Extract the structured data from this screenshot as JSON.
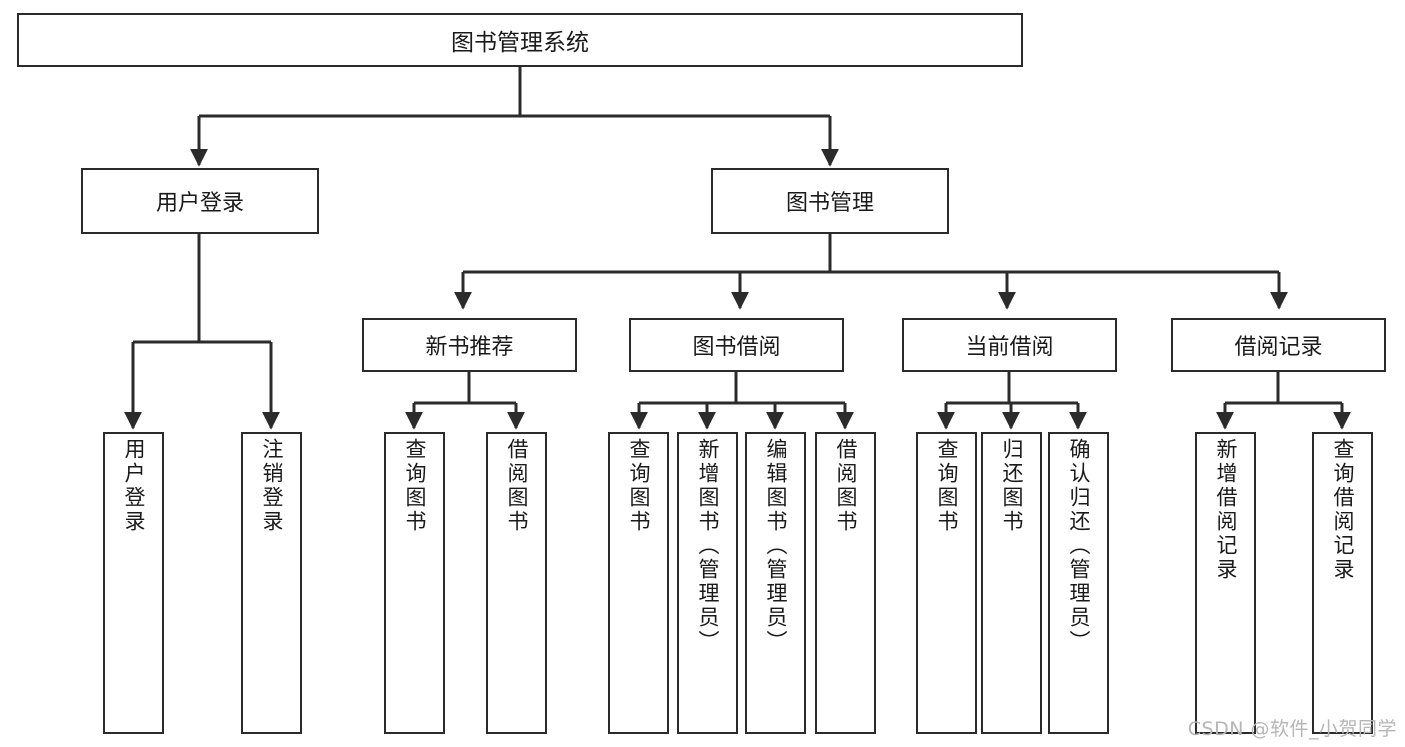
{
  "diagram": {
    "title": "图书管理系统",
    "type": "tree-hierarchy",
    "root": {
      "label": "图书管理系统"
    },
    "level2": [
      {
        "label": "用户登录"
      },
      {
        "label": "图书管理"
      }
    ],
    "level3": [
      {
        "label": "新书推荐"
      },
      {
        "label": "图书借阅"
      },
      {
        "label": "当前借阅"
      },
      {
        "label": "借阅记录"
      }
    ],
    "leaves": {
      "user_login": [
        {
          "label": "用户登录"
        },
        {
          "label": "注销登录"
        }
      ],
      "new_book_recommend": [
        {
          "label": "查询图书"
        },
        {
          "label": "借阅图书"
        }
      ],
      "book_borrow": [
        {
          "label": "查询图书"
        },
        {
          "label": "新增图书（管理员）"
        },
        {
          "label": "编辑图书（管理员）"
        },
        {
          "label": "借阅图书"
        }
      ],
      "current_borrow": [
        {
          "label": "查询图书"
        },
        {
          "label": "归还图书"
        },
        {
          "label": "确认归还（管理员）"
        }
      ],
      "borrow_record": [
        {
          "label": "新增借阅记录"
        },
        {
          "label": "查询借阅记录"
        }
      ]
    }
  },
  "watermark": {
    "text": "CSDN @软件_小贺同学"
  },
  "colors": {
    "stroke": "#2b2b2b",
    "fill": "#ffffff",
    "text": "#1a1a1a",
    "watermark": "#b6b6b6"
  }
}
